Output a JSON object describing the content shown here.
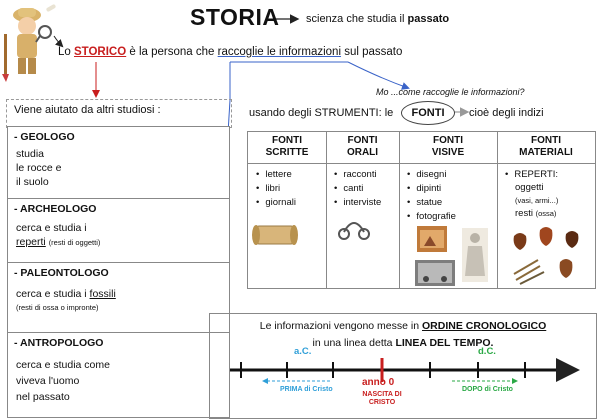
{
  "header": {
    "title": "STORIA",
    "definition_prefix": "scienza che studia il",
    "definition_bold": "passato"
  },
  "intro": {
    "p1": "Lo",
    "storico": "STORICO",
    "p2": "è la persona che",
    "raccoglie": "raccoglie le informazioni",
    "p3": "sul passato"
  },
  "helpers": {
    "intro": "Viene aiutato da altri studiosi :",
    "geologo": {
      "role": "- GEOLOGO",
      "l1": "studia",
      "l2": "le rocce e",
      "l3": "il suolo"
    },
    "archeologo": {
      "role": "- ARCHEOLOGO",
      "l1": "cerca e studia i",
      "l2": "reperti",
      "l2b": "(resti di oggetti)"
    },
    "paleontologo": {
      "role": "- PALEONTOLOGO",
      "l1": "cerca e studia i",
      "l1b": "fossili",
      "l2": "(resti di ossa o impronte)"
    },
    "antropologo": {
      "role": "- ANTROPOLOGO",
      "l1": "cerca e studia come",
      "l2": "viveva l'uomo",
      "l3": "nel passato"
    }
  },
  "strumenti": {
    "question": "Mo ...come raccoglie le informazioni?",
    "usando": "usando degli STRUMENTI:  le",
    "fonti": "FONTI",
    "cioe": "cioè degli indizi"
  },
  "fonti_table": [
    {
      "h1": "FONTI",
      "h2": "SCRITTE",
      "items": [
        "lettere",
        "libri",
        "giornali"
      ]
    },
    {
      "h1": "FONTI",
      "h2": "ORALI",
      "items": [
        "racconti",
        "canti",
        "interviste"
      ]
    },
    {
      "h1": "FONTI",
      "h2": "VISIVE",
      "items": [
        "disegni",
        "dipinti",
        "statue",
        "fotografie"
      ]
    },
    {
      "h1": "FONTI",
      "h2": "MATERIALI",
      "items": [
        "REPERTI:",
        "oggetti",
        "resti"
      ],
      "subs": [
        "(vasi, armi...)",
        "(ossa)"
      ]
    }
  ],
  "timeline": {
    "line1_prefix": "Le informazioni vengono messe in",
    "line1_em": "ORDINE CRONOLOGICO",
    "line2_prefix": "in una linea detta",
    "line2_em": "LINEA DEL TEMPO.",
    "ac": "a.C.",
    "dc": "d.C.",
    "prima": "PRIMA di Cristo",
    "dopo": "DOPO di Cristo",
    "anno0": "anno 0",
    "nascita_1": "NASCITA DI",
    "nascita_2": "CRISTO"
  },
  "colors": {
    "red": "#c81e1e",
    "blue": "#3a63c8",
    "ac_blue": "#2f9fd8",
    "dc_green": "#2aa845"
  }
}
